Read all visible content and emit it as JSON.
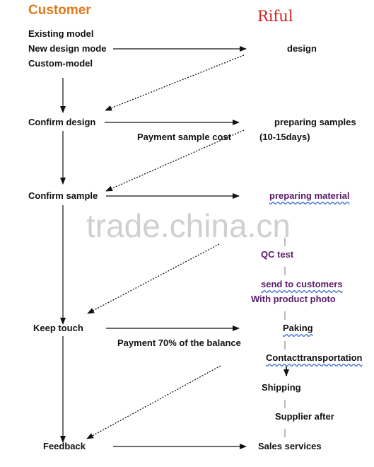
{
  "header": {
    "customer": "Customer",
    "brand": "Riful"
  },
  "left": {
    "existing_model": "Existing model",
    "new_design_mode": "New design mode",
    "custom_model": "Custom-model",
    "confirm_design": "Confirm design",
    "confirm_sample": "Confirm sample",
    "keep_touch": "Keep touch",
    "feedback": "Feedback"
  },
  "middle": {
    "payment_sample": "Payment sample cost",
    "payment_balance": "Payment 70% of the balance"
  },
  "right": {
    "design": "design",
    "preparing_samples": "preparing samples",
    "days": "(10-15days)",
    "preparing_material": "preparing material",
    "qc_test": "QC test",
    "send_to_customers": "send to customers",
    "with_product_photo": "With product photo",
    "paking": "Paking",
    "contact_transportation": "Contacttransportation",
    "shipping": "Shipping",
    "supplier_after": "Supplier after",
    "sales_services": "Sales services"
  },
  "watermark": "trade.china.cn"
}
